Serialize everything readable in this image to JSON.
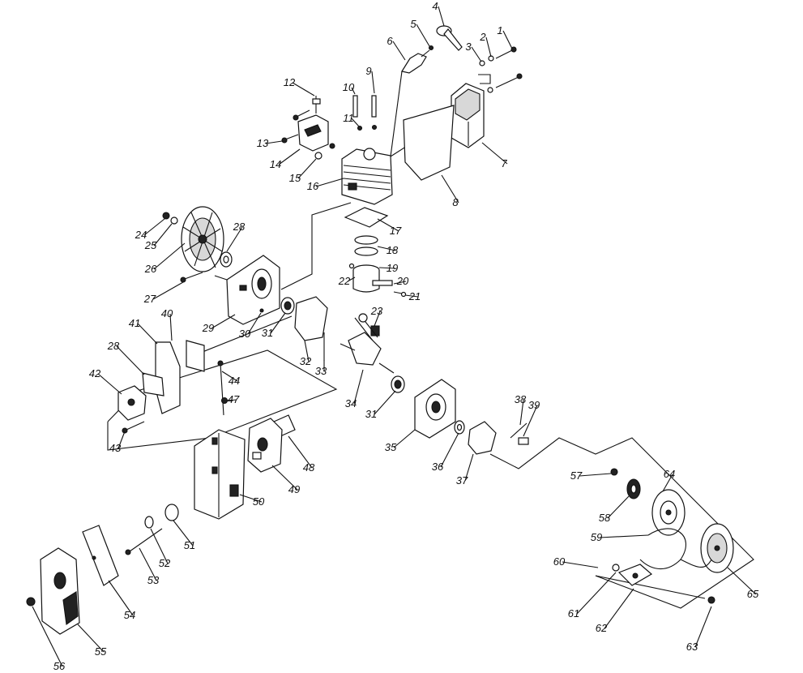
{
  "diagram": {
    "labels": [
      "1",
      "2",
      "3",
      "4",
      "5",
      "6",
      "7",
      "8",
      "9",
      "10",
      "11",
      "12",
      "13",
      "14",
      "15",
      "16",
      "17",
      "18",
      "19",
      "20",
      "21",
      "22",
      "23",
      "24",
      "25",
      "26",
      "27",
      "28",
      "29",
      "30",
      "31",
      "31",
      "32",
      "33",
      "34",
      "35",
      "36",
      "37",
      "38",
      "39",
      "40",
      "41",
      "42",
      "43",
      "44",
      "47",
      "48",
      "49",
      "50",
      "51",
      "52",
      "53",
      "54",
      "55",
      "56",
      "57",
      "58",
      "59",
      "60",
      "61",
      "62",
      "63",
      "64",
      "65",
      "28"
    ]
  }
}
